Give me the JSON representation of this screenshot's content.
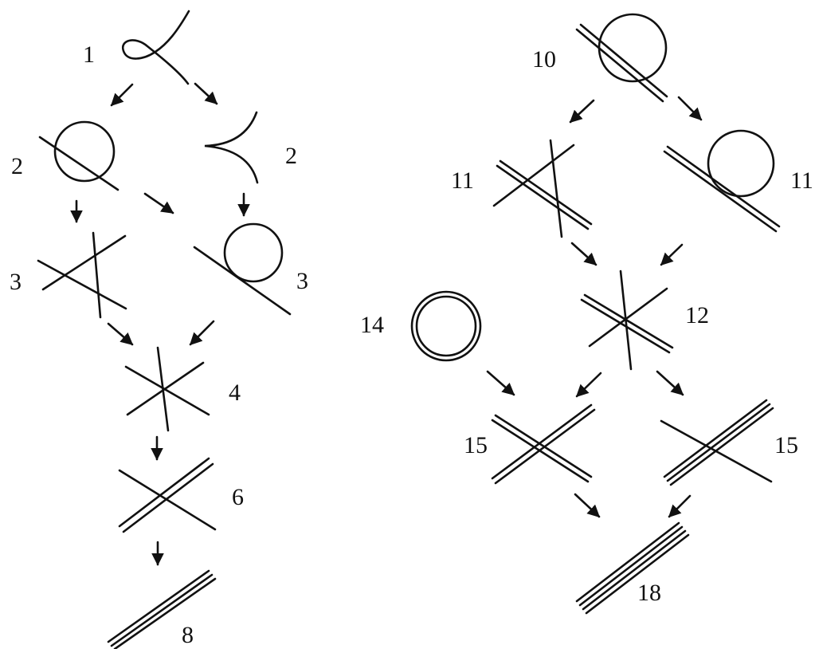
{
  "diagram": {
    "left_tree": {
      "labels": [
        "1",
        "2",
        "2",
        "3",
        "3",
        "4",
        "6",
        "8"
      ]
    },
    "right_tree": {
      "labels": [
        "10",
        "11",
        "11",
        "12",
        "14",
        "15",
        "15",
        "18"
      ]
    }
  }
}
